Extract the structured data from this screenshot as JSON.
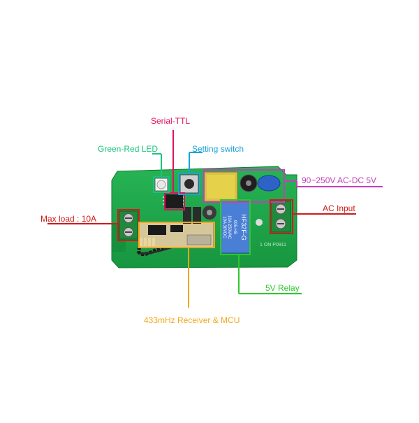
{
  "labels": {
    "serial_ttl": "Serial-TTL",
    "green_red_led": "Green-Red LED",
    "setting_switch": "Setting switch",
    "power_module": "90~250V AC-DC 5V",
    "ac_input": "AC Input",
    "max_load": "Max load : 10A",
    "relay": "5V Relay",
    "receiver_mcu": "433mHz Receiver & MCU"
  },
  "relay_print": {
    "model": "HF32F-G",
    "line2": "005-HS",
    "line3": "10A 250VAC",
    "line4": "10A 30VDC"
  },
  "board_silkscreen": "1 ON P0911",
  "colors": {
    "serial_ttl": "#e0115f",
    "green_red_led": "#19c37d",
    "setting_switch": "#1aa3d9",
    "power_module": "#c23fb8",
    "ac_input": "#d01a1a",
    "max_load": "#d01a1a",
    "relay": "#2ec82e",
    "receiver_mcu": "#f2a81a",
    "pcb": "#1fa64a",
    "background": "#ffffff"
  }
}
